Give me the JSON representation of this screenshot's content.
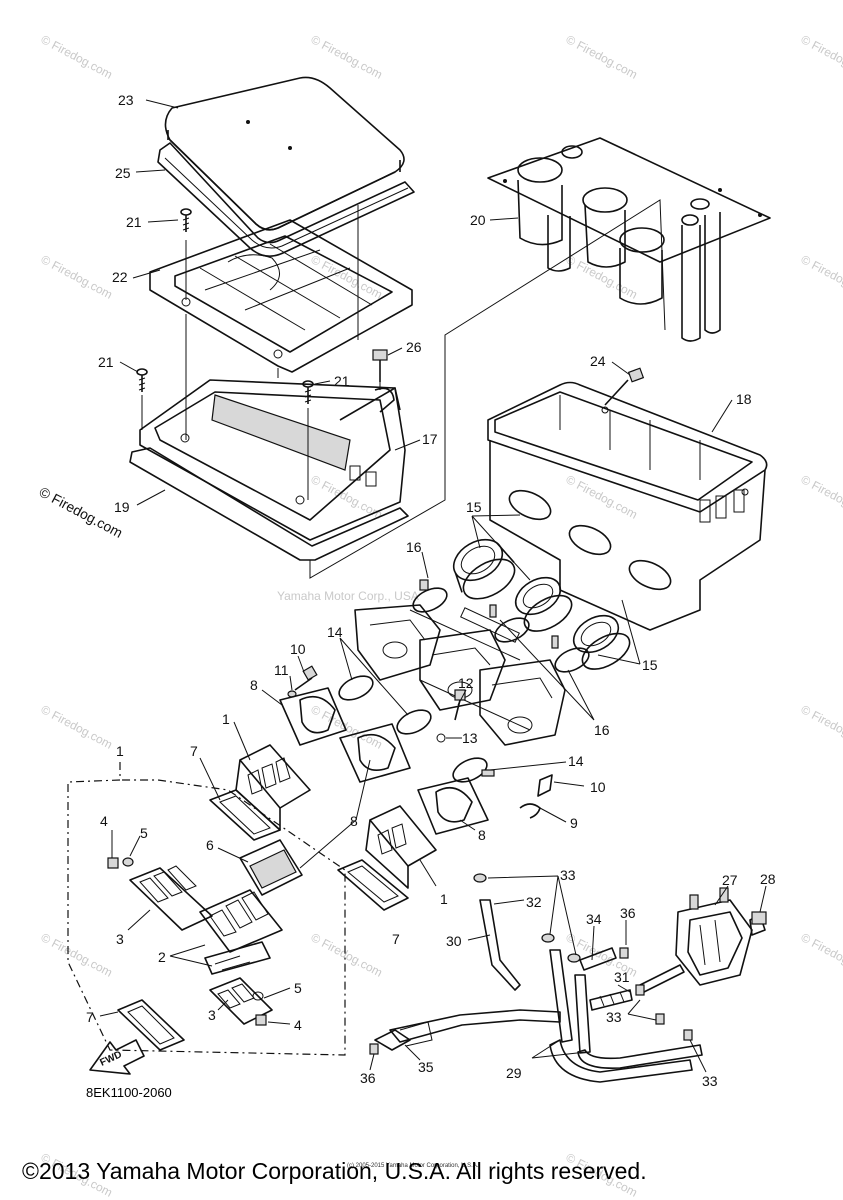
{
  "diagram": {
    "watermark_center": "Yamaha Motor Corp., USA",
    "watermark_repeat": "© Firedog.com",
    "brand_stamp": "© Firedog.com",
    "code": "8EK1100-2060",
    "fwd_arrow": "FWD",
    "footer": "©2013 Yamaha Motor Corporation, U.S.A. All rights reserved.",
    "footer_small": "(c) 2005-2015 Yamaha Motor Corporation, U.S.A.",
    "callouts": {
      "c23": "23",
      "c25": "25",
      "c21a": "21",
      "c22": "22",
      "c21b": "21",
      "c21c": "21",
      "c26": "26",
      "c20": "20",
      "c24": "24",
      "c18": "18",
      "c17": "17",
      "c19": "19",
      "c16a": "16",
      "c15a": "15",
      "c15b": "15",
      "c16b": "16",
      "c14a": "14",
      "c10a": "10",
      "c11": "11",
      "c8a": "8",
      "c12": "12",
      "c13": "13",
      "c1a": "1",
      "c7a": "7",
      "c14b": "14",
      "c10b": "10",
      "c9": "9",
      "c8b": "8",
      "c8c": "8",
      "c1b": "1",
      "c6": "6",
      "c1c": "1",
      "c4a": "4",
      "c5a": "5",
      "c3a": "3",
      "c2": "2",
      "c7b": "7",
      "c3b": "3",
      "c5b": "5",
      "c4b": "4",
      "c7c": "7",
      "c33a": "33",
      "c32": "32",
      "c34": "34",
      "c36a": "36",
      "c27": "27",
      "c28": "28",
      "c30": "30",
      "c31": "31",
      "c33b": "33",
      "c29": "29",
      "c35": "35",
      "c36b": "36",
      "c33c": "33"
    }
  }
}
